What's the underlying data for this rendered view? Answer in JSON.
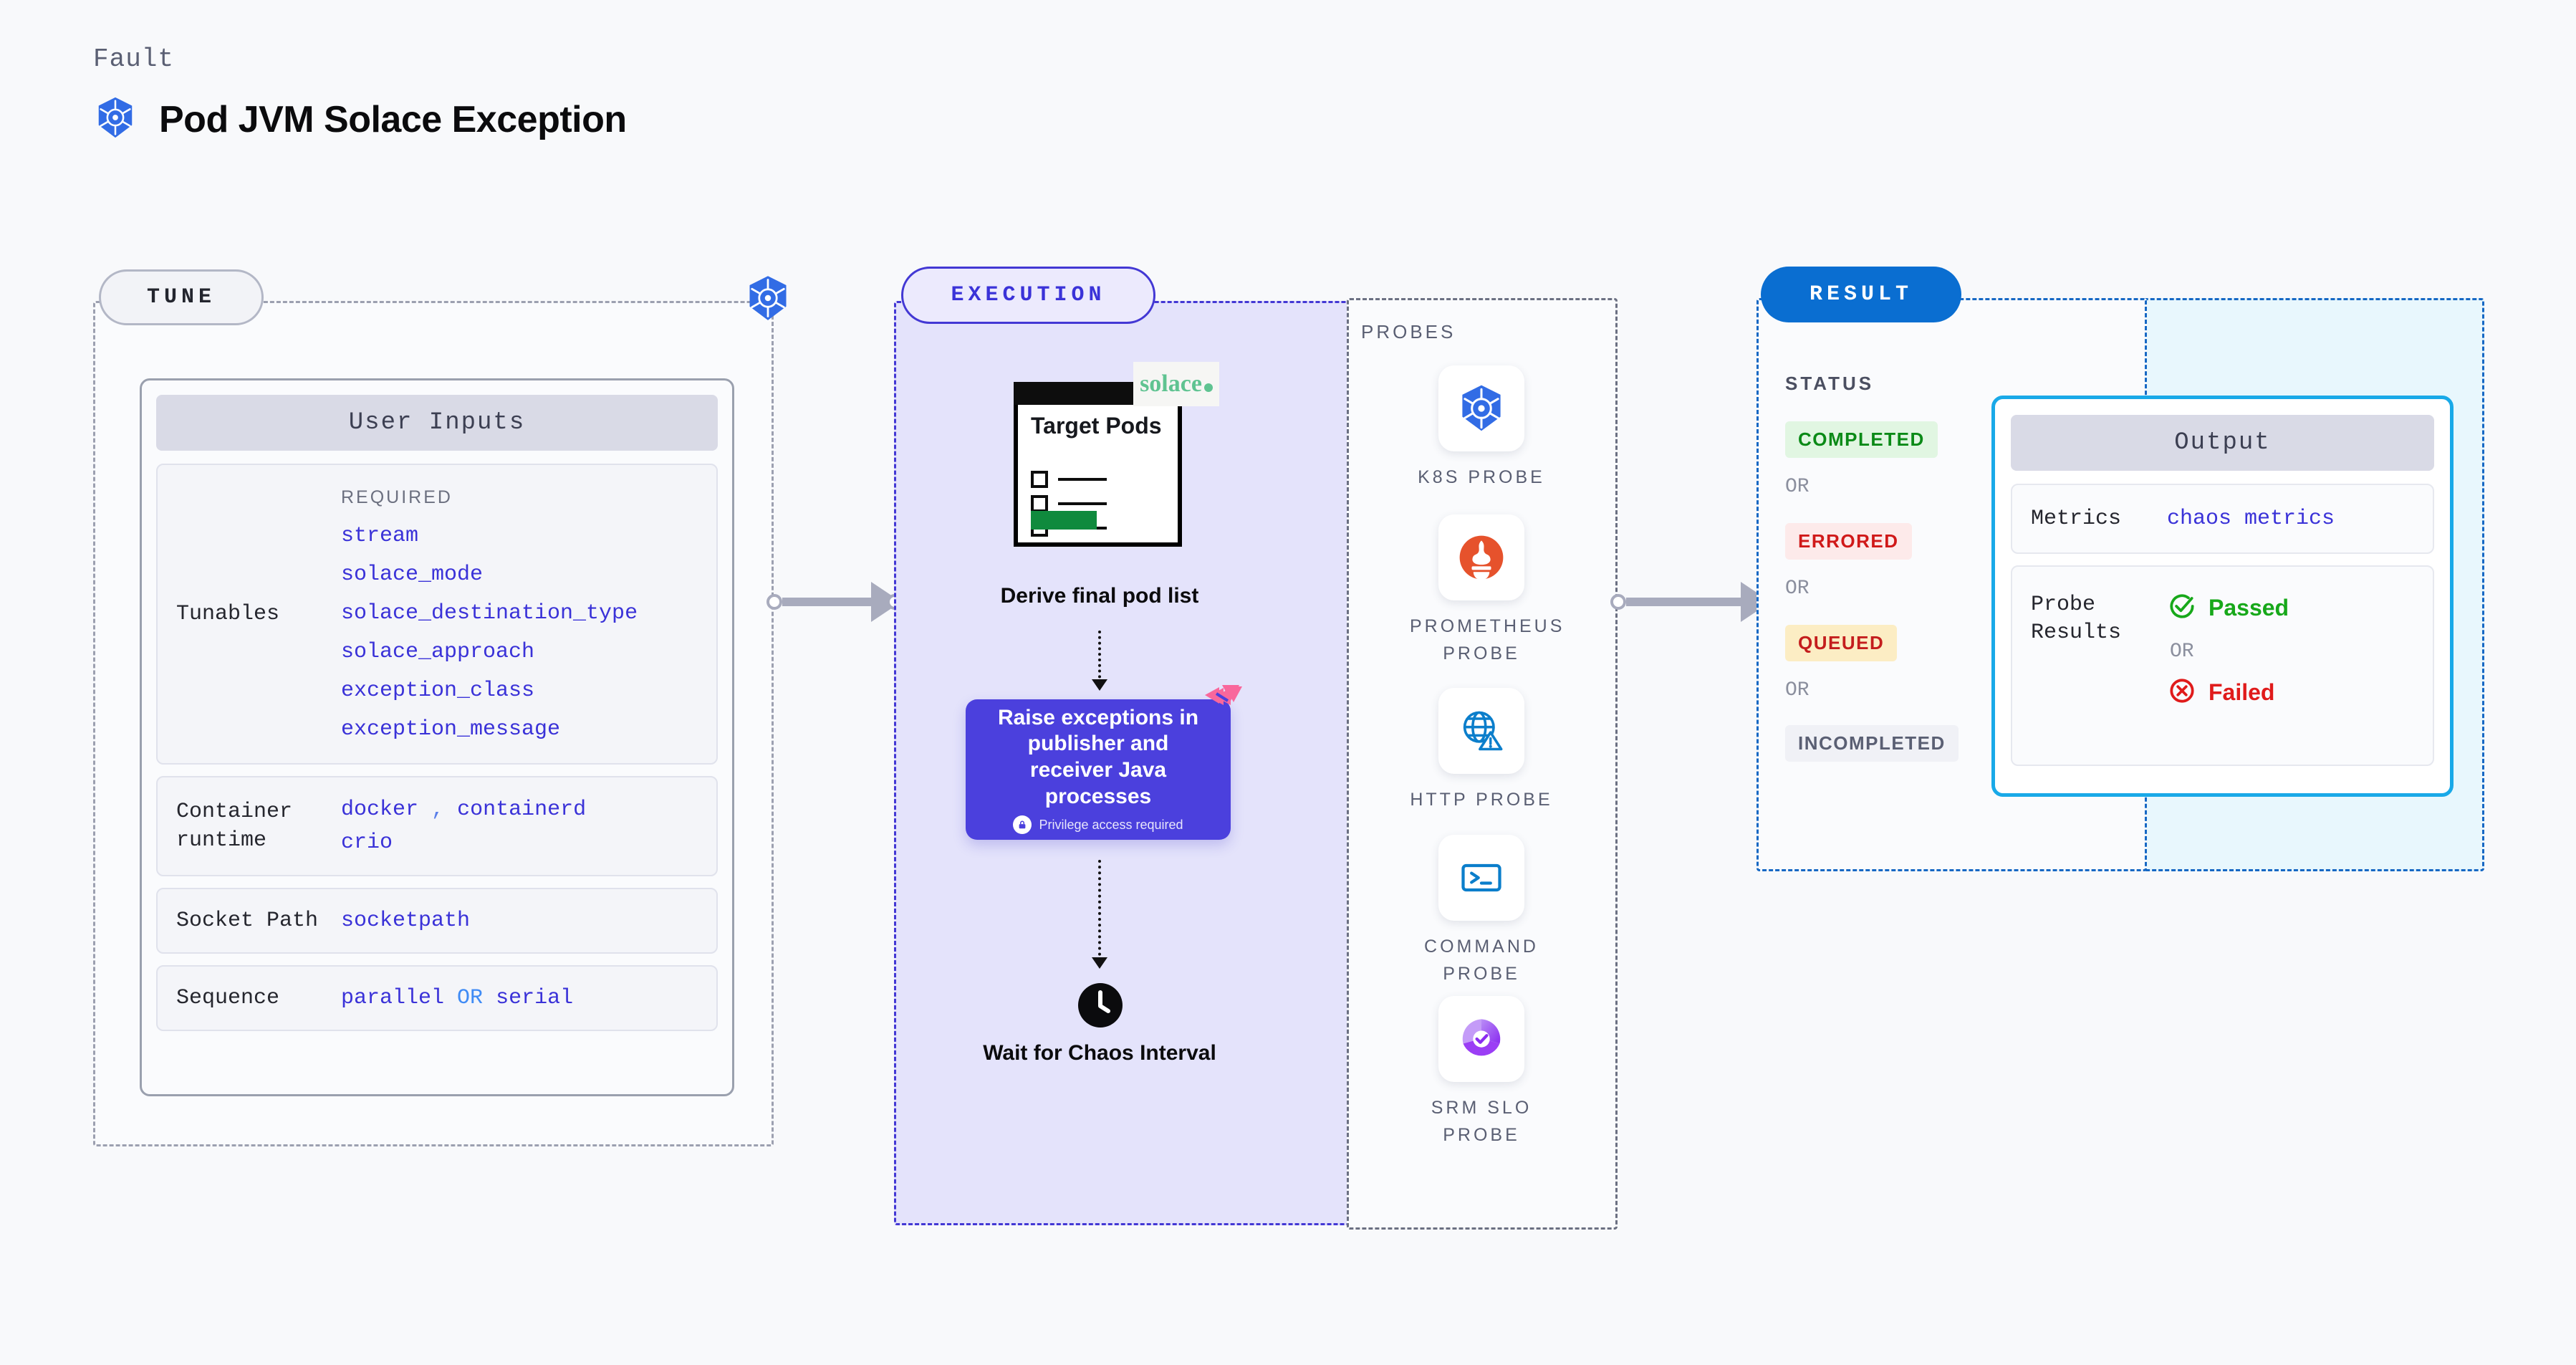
{
  "header": {
    "kicker": "Fault",
    "title": "Pod JVM Solace Exception",
    "icon": "kubernetes-icon"
  },
  "tune": {
    "pill_label": "TUNE",
    "card_title": "User Inputs",
    "tunables": {
      "label": "Tunables",
      "required_label": "REQUIRED",
      "items": [
        "stream",
        "solace_mode",
        "solace_destination_type",
        "solace_approach",
        "exception_class",
        "exception_message"
      ]
    },
    "container_runtime": {
      "label": "Container runtime",
      "values": [
        "docker",
        "containerd",
        "crio"
      ],
      "separator": ","
    },
    "socket_path": {
      "label": "Socket Path",
      "value": "socketpath"
    },
    "sequence": {
      "label": "Sequence",
      "value_a": "parallel",
      "or": "OR",
      "value_b": "serial"
    }
  },
  "execution": {
    "pill_label": "EXECUTION",
    "target_pods": {
      "title": "Target Pods",
      "brand": "solace"
    },
    "derive_label": "Derive final pod list",
    "action": {
      "text": "Raise exceptions in publisher and receiver Java processes",
      "privilege_note": "Privilege access required",
      "badge": "litmus-logo"
    },
    "wait": {
      "label": "Wait for Chaos Interval",
      "icon": "clock-icon"
    },
    "probes": {
      "heading": "PROBES",
      "items": [
        {
          "name": "K8S PROBE",
          "icon": "kubernetes-icon"
        },
        {
          "name": "PROMETHEUS PROBE",
          "icon": "prometheus-icon"
        },
        {
          "name": "HTTP PROBE",
          "icon": "globe-warning-icon"
        },
        {
          "name": "COMMAND PROBE",
          "icon": "terminal-icon"
        },
        {
          "name": "SRM SLO PROBE",
          "icon": "srm-slo-icon"
        }
      ]
    }
  },
  "result": {
    "pill_label": "RESULT",
    "status_label": "STATUS",
    "or_text": "OR",
    "statuses": [
      {
        "text": "COMPLETED",
        "fg": "#0b8a17",
        "bg": "#e1f6e2"
      },
      {
        "text": "ERRORED",
        "fg": "#d01919",
        "bg": "#fdeaea"
      },
      {
        "text": "QUEUED",
        "fg": "#c41d1d",
        "bg": "#fcedc4"
      },
      {
        "text": "INCOMPLETED",
        "fg": "#5a5f73",
        "bg": "#f0f1f6"
      }
    ],
    "output": {
      "card_title": "Output",
      "metrics": {
        "label": "Metrics",
        "value": "chaos metrics"
      },
      "probe_results": {
        "label": "Probe Results",
        "passed": "Passed",
        "or": "OR",
        "failed": "Failed",
        "passed_color": "#17a81a",
        "failed_color": "#e01b1b"
      }
    }
  },
  "colors": {
    "accent_purple": "#4b40dd",
    "accent_blue": "#0a6ed1",
    "cyan": "#19a9e8",
    "pink": "#f9679c",
    "green": "#5fc391"
  }
}
